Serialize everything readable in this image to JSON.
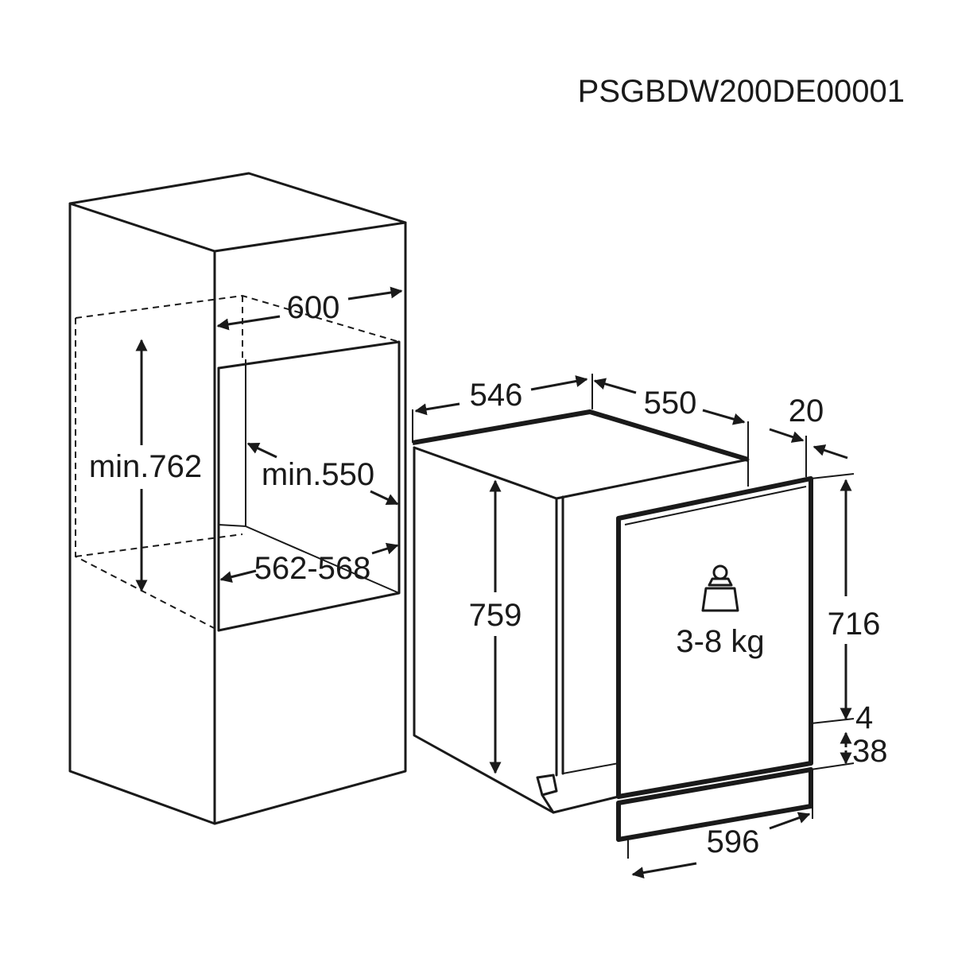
{
  "drawing_code": "PSGBDW200DE00001",
  "cabinet": {
    "width": "600",
    "niche_height": "min.762",
    "niche_depth": "min.550",
    "niche_width": "562-568"
  },
  "appliance": {
    "depth": "546",
    "depth_with_door": "550",
    "door_thickness": "20",
    "height": "759"
  },
  "door": {
    "weight": "3-8 kg",
    "weight_icon": "weight-icon",
    "height": "716",
    "gap": "4",
    "plinth": "38",
    "width": "596"
  }
}
